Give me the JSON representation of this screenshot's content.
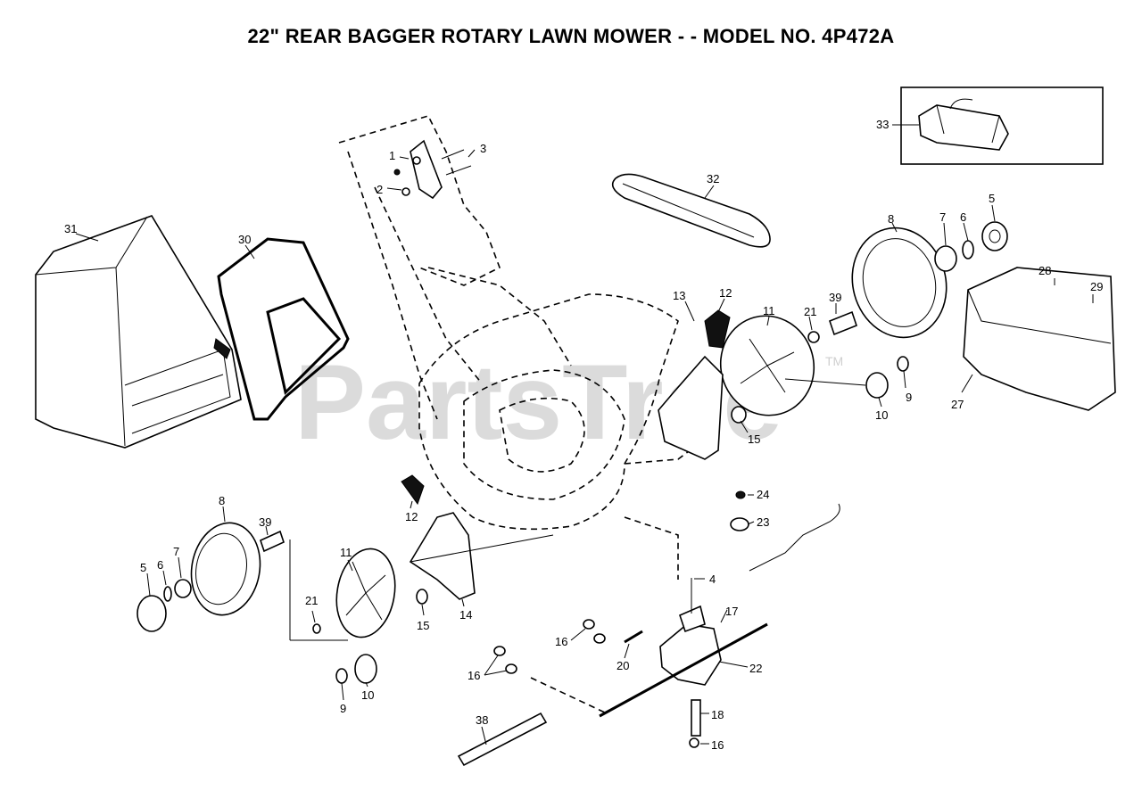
{
  "title": "22\" REAR BAGGER ROTARY LAWN MOWER - - MODEL NO. 4P472A",
  "watermark": "PartsTree",
  "watermark_tm": "TM",
  "callouts": {
    "c1": "1",
    "c2": "2",
    "c3": "3",
    "c4": "4",
    "c5a": "5",
    "c5b": "5",
    "c6a": "6",
    "c6b": "6",
    "c7a": "7",
    "c7b": "7",
    "c8a": "8",
    "c8b": "8",
    "c9a": "9",
    "c9b": "9",
    "c10a": "10",
    "c10b": "10",
    "c11a": "11",
    "c11b": "11",
    "c12a": "12",
    "c12b": "12",
    "c13": "13",
    "c14": "14",
    "c15a": "15",
    "c15b": "15",
    "c16a": "16",
    "c16b": "16",
    "c16c": "16",
    "c17": "17",
    "c18": "18",
    "c20": "20",
    "c21a": "21",
    "c21b": "21",
    "c22": "22",
    "c23": "23",
    "c24": "24",
    "c27": "27",
    "c28": "28",
    "c29": "29",
    "c30": "30",
    "c31": "31",
    "c32": "32",
    "c33": "33",
    "c38": "38",
    "c39a": "39",
    "c39b": "39"
  }
}
